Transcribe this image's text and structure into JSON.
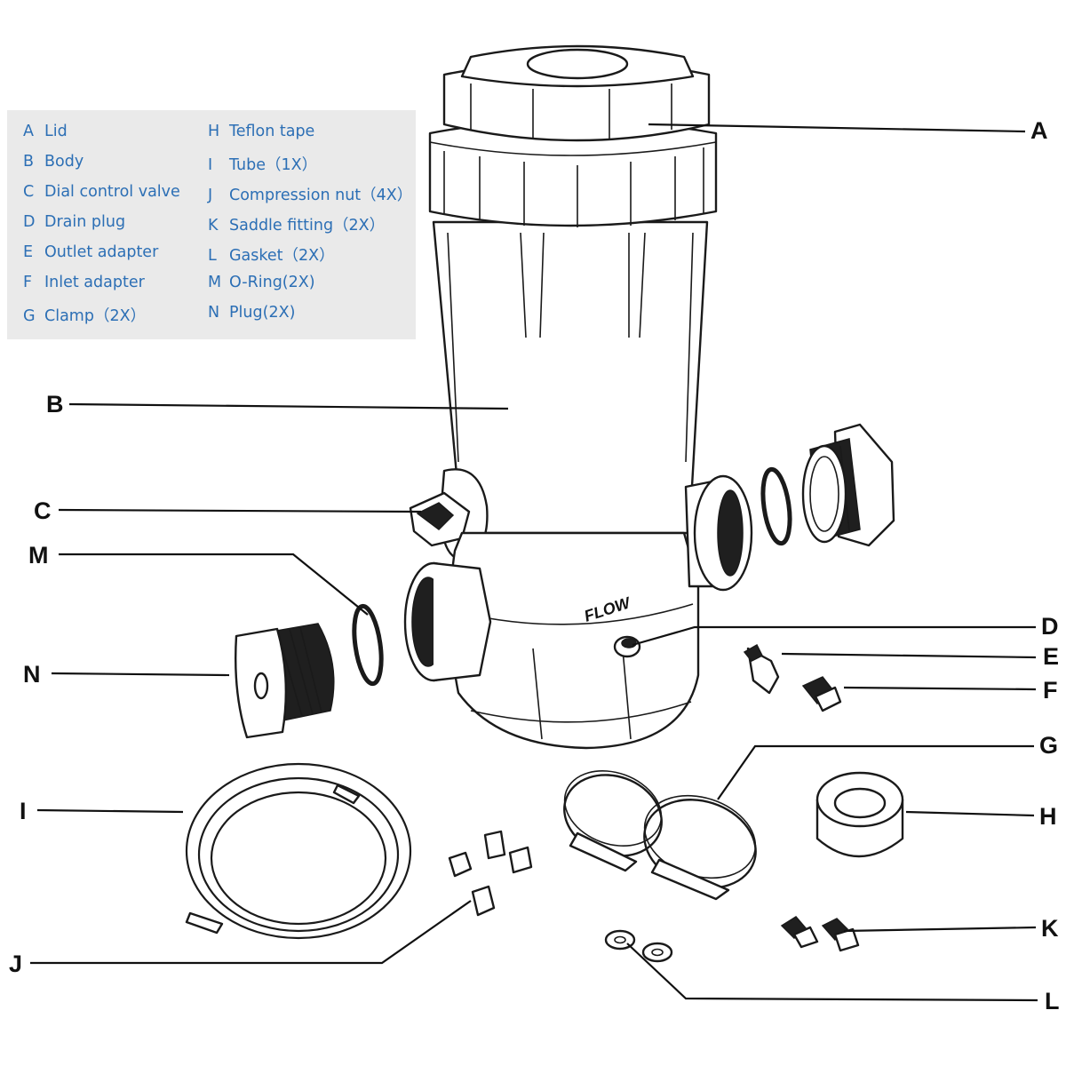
{
  "legend": {
    "items": [
      {
        "key": "A",
        "text": "Lid"
      },
      {
        "key": "B",
        "text": "Body"
      },
      {
        "key": "C",
        "text": "Dial control valve"
      },
      {
        "key": "D",
        "text": "Drain plug"
      },
      {
        "key": "E",
        "text": "Outlet adapter"
      },
      {
        "key": "F",
        "text": "Inlet adapter"
      },
      {
        "key": "G",
        "text": "Clamp（2X）"
      },
      {
        "key": "H",
        "text": "Teflon tape"
      },
      {
        "key": "I",
        "text": "Tube（1X）"
      },
      {
        "key": "J",
        "text": "Compression nut（4X）"
      },
      {
        "key": "K",
        "text": "Saddle fitting（2X）"
      },
      {
        "key": "L",
        "text": "Gasket（2X）"
      },
      {
        "key": "M",
        "text": "O-Ring(2X)"
      },
      {
        "key": "N",
        "text": "Plug(2X)"
      }
    ]
  },
  "callouts": {
    "A": "A",
    "B": "B",
    "C": "C",
    "D": "D",
    "E": "E",
    "F": "F",
    "G": "G",
    "H": "H",
    "I": "I",
    "J": "J",
    "K": "K",
    "L": "L",
    "M": "M",
    "N": "N"
  },
  "body_text": "FLOW",
  "colors": {
    "legend_text": "#2c6fb5",
    "legend_bg": "#eaeaea",
    "line": "#111111"
  }
}
